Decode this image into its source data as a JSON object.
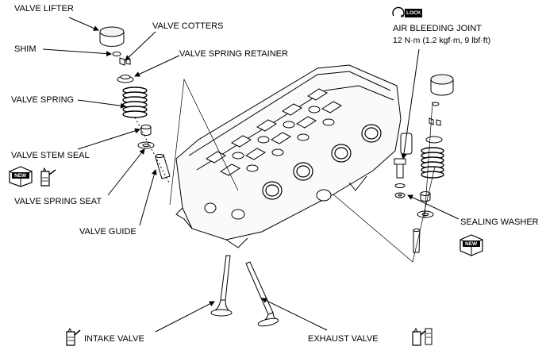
{
  "labels": {
    "valve_lifter": "VALVE LIFTER",
    "valve_cotters": "VALVE COTTERS",
    "shim": "SHIM",
    "valve_spring_retainer": "VALVE SPRING RETAINER",
    "valve_spring": "VALVE SPRING",
    "valve_stem_seal": "VALVE STEM SEAL",
    "valve_spring_seat": "VALVE SPRING SEAT",
    "valve_guide": "VALVE GUIDE",
    "intake_valve": "INTAKE VALVE",
    "exhaust_valve": "EXHAUST VALVE",
    "air_bleeding_joint": "AIR BLEEDING JOINT",
    "torque_spec": "12 N·m (1.2 kgf·m, 9 lbf·ft)",
    "sealing_washer": "SEALING WASHER"
  },
  "icons": {
    "lock_badge": "LOCK",
    "new_badge": "NEW"
  },
  "colors": {
    "line": "#000000",
    "background": "#ffffff"
  }
}
